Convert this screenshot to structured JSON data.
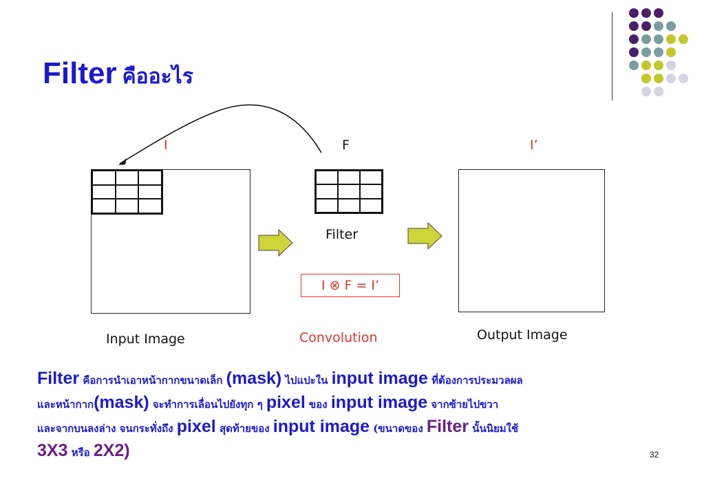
{
  "title": {
    "main": "Filter",
    "thai": "คืออะไร"
  },
  "decor": {
    "colors": {
      "purple": "#4a1e6b",
      "teal": "#7a9e9f",
      "olive": "#c5c62a",
      "lavender": "#d4d3e6"
    },
    "rows": [
      [
        "purple",
        "purple",
        "purple"
      ],
      [
        "purple",
        "purple",
        "teal",
        "teal"
      ],
      [
        "purple",
        "teal",
        "teal",
        "olive",
        "olive"
      ],
      [
        "purple",
        "teal",
        "teal",
        "olive"
      ],
      [
        "teal",
        "olive",
        "olive",
        "lavender"
      ],
      [
        "olive",
        "olive",
        "lavender",
        "lavender"
      ],
      [
        "lavender",
        "lavender"
      ]
    ]
  },
  "diagram": {
    "label_i": "I",
    "label_f": "F",
    "label_i_out": "I’",
    "filter_caption": "Filter",
    "formula": "I ⊗ F = I’",
    "input_caption": "Input Image",
    "convolution_caption": "Convolution",
    "output_caption": "Output Image",
    "arrow_color": "#cfd33a",
    "label_color": "#e0352b"
  },
  "paragraph": {
    "l1": [
      "Filter",
      " คือการนำเอาหน้ากากขนาดเล็ก ",
      "(mask)",
      " ไปแปะใน ",
      "input image",
      " ที่ต้องการประมวลผล"
    ],
    "l2": [
      "และหน้ากาก",
      "(mask)",
      " จะทำการเลื่อนไปยังทุก ๆ ",
      "pixel",
      " ของ ",
      "input image",
      " จากซ้ายไปขวา"
    ],
    "l3": [
      "และจากบนลงล่าง จนกระทั่งถึง ",
      "pixel",
      " สุดท้ายของ ",
      "input image",
      " (ขนาดของ ",
      "Filter",
      " นั้นนิยมใช้"
    ],
    "l4": [
      "3X3",
      " หรือ ",
      "2X2)"
    ]
  },
  "page_number": "32"
}
